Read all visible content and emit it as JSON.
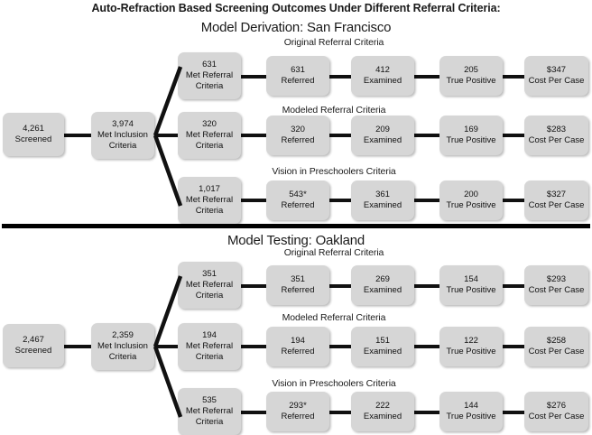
{
  "title": "Auto-Refraction Based Screening Outcomes Under Different Referral Criteria:",
  "sections": [
    {
      "id": "san-francisco",
      "heading": "Model Derivation: San Francisco",
      "screened": {
        "value": "4,261",
        "label": "Screened"
      },
      "inclusion": {
        "value": "3,974",
        "label1": "Met Inclusion",
        "label2": "Criteria"
      },
      "rows": [
        {
          "criteria_label": "Original Referral Criteria",
          "met_referral": {
            "value": "631",
            "label1": "Met Referral",
            "label2": "Criteria"
          },
          "referred": {
            "value": "631",
            "label": "Referred"
          },
          "examined": {
            "value": "412",
            "label": "Examined"
          },
          "true_positive": {
            "value": "205",
            "label": "True Positive"
          },
          "cost": {
            "value": "$347",
            "label": "Cost Per Case"
          }
        },
        {
          "criteria_label": "Modeled Referral Criteria",
          "met_referral": {
            "value": "320",
            "label1": "Met Referral",
            "label2": "Criteria"
          },
          "referred": {
            "value": "320",
            "label": "Referred"
          },
          "examined": {
            "value": "209",
            "label": "Examined"
          },
          "true_positive": {
            "value": "169",
            "label": "True Positive"
          },
          "cost": {
            "value": "$283",
            "label": "Cost Per Case"
          }
        },
        {
          "criteria_label": "Vision in Preschoolers Criteria",
          "met_referral": {
            "value": "1,017",
            "label1": "Met Referral",
            "label2": "Criteria"
          },
          "referred": {
            "value": "543*",
            "label": "Referred"
          },
          "examined": {
            "value": "361",
            "label": "Examined"
          },
          "true_positive": {
            "value": "200",
            "label": "True Positive"
          },
          "cost": {
            "value": "$327",
            "label": "Cost Per Case"
          }
        }
      ]
    },
    {
      "id": "oakland",
      "heading": "Model Testing: Oakland",
      "screened": {
        "value": "2,467",
        "label": "Screened"
      },
      "inclusion": {
        "value": "2,359",
        "label1": "Met Inclusion",
        "label2": "Criteria"
      },
      "rows": [
        {
          "criteria_label": "Original Referral Criteria",
          "met_referral": {
            "value": "351",
            "label1": "Met Referral",
            "label2": "Criteria"
          },
          "referred": {
            "value": "351",
            "label": "Referred"
          },
          "examined": {
            "value": "269",
            "label": "Examined"
          },
          "true_positive": {
            "value": "154",
            "label": "True Positive"
          },
          "cost": {
            "value": "$293",
            "label": "Cost Per Case"
          }
        },
        {
          "criteria_label": "Modeled Referral Criteria",
          "met_referral": {
            "value": "194",
            "label1": "Met Referral",
            "label2": "Criteria"
          },
          "referred": {
            "value": "194",
            "label": "Referred"
          },
          "examined": {
            "value": "151",
            "label": "Examined"
          },
          "true_positive": {
            "value": "122",
            "label": "True Positive"
          },
          "cost": {
            "value": "$258",
            "label": "Cost Per Case"
          }
        },
        {
          "criteria_label": "Vision in Preschoolers Criteria",
          "met_referral": {
            "value": "535",
            "label1": "Met Referral",
            "label2": "Criteria"
          },
          "referred": {
            "value": "293*",
            "label": "Referred"
          },
          "examined": {
            "value": "222",
            "label": "Examined"
          },
          "true_positive": {
            "value": "144",
            "label": "True Positive"
          },
          "cost": {
            "value": "$276",
            "label": "Cost Per Case"
          }
        }
      ]
    }
  ],
  "colors": {
    "node_fill": "#d6d6d6",
    "connector": "#111111",
    "divider": "#000000",
    "text": "#111111"
  }
}
